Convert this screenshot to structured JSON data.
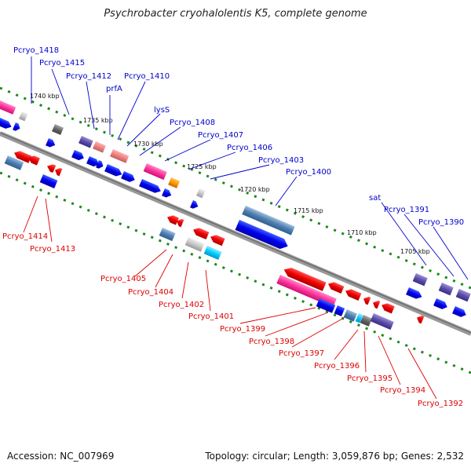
{
  "title": "Psychrobacter cryohalolentis K5, complete genome",
  "footer": {
    "accession": "Accession: NC_007969",
    "stats": "Topology: circular; Length: 3,059,876 bp; Genes: 2,532"
  },
  "scale_labels": [
    "1740 kbp",
    "1735 kbp",
    "1730 kbp",
    "1725 kbp",
    "1720 kbp",
    "1715 kbp",
    "1710 kbp",
    "1705 kbp"
  ],
  "upper_gene_labels": [
    "Pcryo_1418",
    "Pcryo_1415",
    "Pcryo_1412",
    "prfA",
    "Pcryo_1410",
    "lysS",
    "Pcryo_1408",
    "Pcryo_1407",
    "Pcryo_1406",
    "Pcryo_1403",
    "Pcryo_1400",
    "sat",
    "Pcryo_1391",
    "Pcryo_1390"
  ],
  "lower_gene_labels": [
    "Pcryo_1414",
    "Pcryo_1413",
    "Pcryo_1405",
    "Pcryo_1404",
    "Pcryo_1402",
    "Pcryo_1401",
    "Pcryo_1399",
    "Pcryo_1398",
    "Pcryo_1397",
    "Pcryo_1396",
    "Pcryo_1395",
    "Pcryo_1394",
    "Pcryo_1392"
  ],
  "colors": {
    "forward_label": "#0000cc",
    "reverse_label": "#dd0000",
    "backbone": "#888888",
    "scale_ticks": "#1a8a1a"
  }
}
